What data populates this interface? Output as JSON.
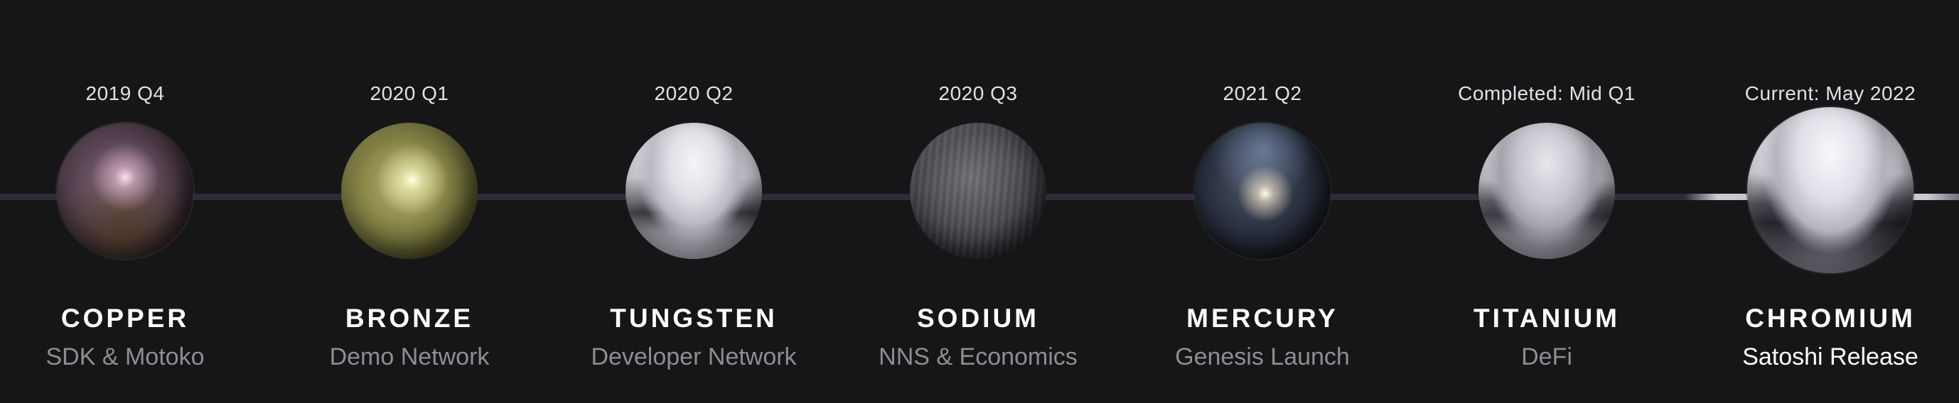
{
  "timeline": {
    "milestones": [
      {
        "date": "2019 Q4",
        "name": "COPPER",
        "subtitle": "SDK & Motoko",
        "material": "copper",
        "current": false
      },
      {
        "date": "2020 Q1",
        "name": "BRONZE",
        "subtitle": "Demo Network",
        "material": "bronze",
        "current": false
      },
      {
        "date": "2020 Q2",
        "name": "TUNGSTEN",
        "subtitle": "Developer Network",
        "material": "tungsten",
        "current": false
      },
      {
        "date": "2020 Q3",
        "name": "SODIUM",
        "subtitle": "NNS & Economics",
        "material": "sodium",
        "current": false
      },
      {
        "date": "2021 Q2",
        "name": "MERCURY",
        "subtitle": "Genesis Launch",
        "material": "mercury",
        "current": false
      },
      {
        "date": "Completed: Mid Q1",
        "name": "TITANIUM",
        "subtitle": "DeFi",
        "material": "titanium",
        "current": false
      },
      {
        "date": "Current: May 2022",
        "name": "CHROMIUM",
        "subtitle": "Satoshi Release",
        "material": "chromium",
        "current": true
      }
    ]
  },
  "colors": {
    "background": "#161618",
    "track": "#2f2a38",
    "date_text": "#e2e2e6",
    "name_text": "#ffffff",
    "subtitle_text": "#8e8d92",
    "current_subtitle_text": "#ffffff"
  }
}
